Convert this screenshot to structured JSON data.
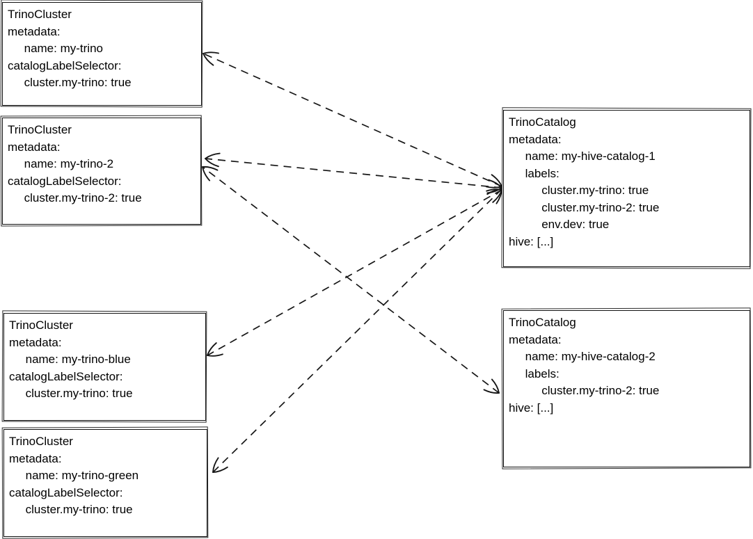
{
  "diagram": {
    "background_color": "#ffffff",
    "stroke_color": "#161616",
    "nodes": [
      {
        "id": "my-trino",
        "kind": "TrinoCluster",
        "lines": [
          "TrinoCluster",
          "metadata:",
          "     name: my-trino",
          "catalogLabelSelector:",
          "     cluster.my-trino: true"
        ]
      },
      {
        "id": "my-trino-2",
        "kind": "TrinoCluster",
        "lines": [
          "TrinoCluster",
          "metadata:",
          "     name: my-trino-2",
          "catalogLabelSelector:",
          "     cluster.my-trino-2: true"
        ]
      },
      {
        "id": "my-trino-blue",
        "kind": "TrinoCluster",
        "lines": [
          "TrinoCluster",
          "metadata:",
          "     name: my-trino-blue",
          "catalogLabelSelector:",
          "     cluster.my-trino: true"
        ]
      },
      {
        "id": "my-trino-green",
        "kind": "TrinoCluster",
        "lines": [
          "TrinoCluster",
          "metadata:",
          "     name: my-trino-green",
          "catalogLabelSelector:",
          "     cluster.my-trino: true"
        ]
      },
      {
        "id": "my-hive-catalog-1",
        "kind": "TrinoCatalog",
        "lines": [
          "TrinoCatalog",
          "metadata:",
          "     name: my-hive-catalog-1",
          "     labels:",
          "          cluster.my-trino: true",
          "          cluster.my-trino-2: true",
          "          env.dev: true",
          "hive: [...]"
        ]
      },
      {
        "id": "my-hive-catalog-2",
        "kind": "TrinoCatalog",
        "lines": [
          "TrinoCatalog",
          "metadata:",
          "     name: my-hive-catalog-2",
          "     labels:",
          "          cluster.my-trino-2: true",
          "hive: [...]"
        ]
      }
    ],
    "edges": [
      {
        "from": "my-hive-catalog-1",
        "to": "my-trino",
        "style": "dashed",
        "arrowheads": "both",
        "points": [
          [
            721,
            268
          ],
          [
            292,
            77
          ]
        ]
      },
      {
        "from": "my-hive-catalog-1",
        "to": "my-trino-2",
        "style": "dashed",
        "arrowheads": "both",
        "points": [
          [
            721,
            270
          ],
          [
            295,
            228
          ]
        ]
      },
      {
        "from": "my-hive-catalog-1",
        "to": "my-trino-blue",
        "style": "dashed",
        "arrowheads": "both",
        "points": [
          [
            721,
            273
          ],
          [
            298,
            511
          ]
        ]
      },
      {
        "from": "my-hive-catalog-1",
        "to": "my-trino-green",
        "style": "dashed",
        "arrowheads": "both",
        "points": [
          [
            721,
            272
          ],
          [
            306,
            679
          ]
        ]
      },
      {
        "from": "my-hive-catalog-2",
        "to": "my-trino-2",
        "style": "dashed",
        "arrowheads": "both",
        "points": [
          [
            717,
            565
          ],
          [
            291,
            240
          ]
        ]
      }
    ]
  }
}
